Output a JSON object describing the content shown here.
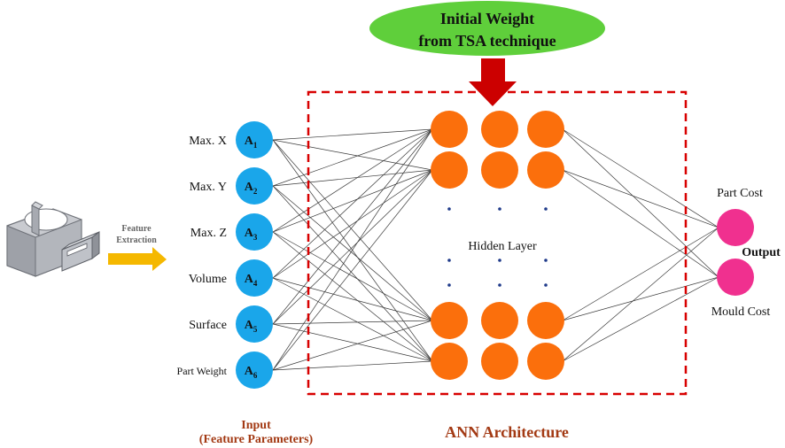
{
  "header": {
    "line1": "Initial Weight",
    "line2": "from TSA technique"
  },
  "extraction": {
    "line1": "Feature",
    "line2": "Extraction"
  },
  "inputs": [
    {
      "label": "Max. X",
      "node_main": "A",
      "node_sub": "1"
    },
    {
      "label": "Max. Y",
      "node_main": "A",
      "node_sub": "2"
    },
    {
      "label": "Max. Z",
      "node_main": "A",
      "node_sub": "3"
    },
    {
      "label": "Volume",
      "node_main": "A",
      "node_sub": "4"
    },
    {
      "label": "Surface",
      "node_main": "A",
      "node_sub": "5"
    },
    {
      "label": "Part Weight",
      "node_main": "A",
      "node_sub": "6"
    }
  ],
  "hidden": {
    "label": "Hidden Layer"
  },
  "outputs": [
    {
      "label": "Part Cost"
    },
    {
      "label": "Mould Cost"
    }
  ],
  "output_title": "Output",
  "input_title": {
    "line1": "Input",
    "line2": "(Feature Parameters)"
  },
  "architecture_title": "ANN Architecture",
  "colors": {
    "input_node": "#1aa6ea",
    "hidden_node": "#fb6f0c",
    "output_node": "#f0308f",
    "box_border": "#d80000",
    "arrow_red": "#cc0000",
    "arrow_yellow": "#f5b800",
    "ellipse_fill": "#5fcf3b",
    "title_red": "#a33a14",
    "dots": "#1f3a8a"
  }
}
